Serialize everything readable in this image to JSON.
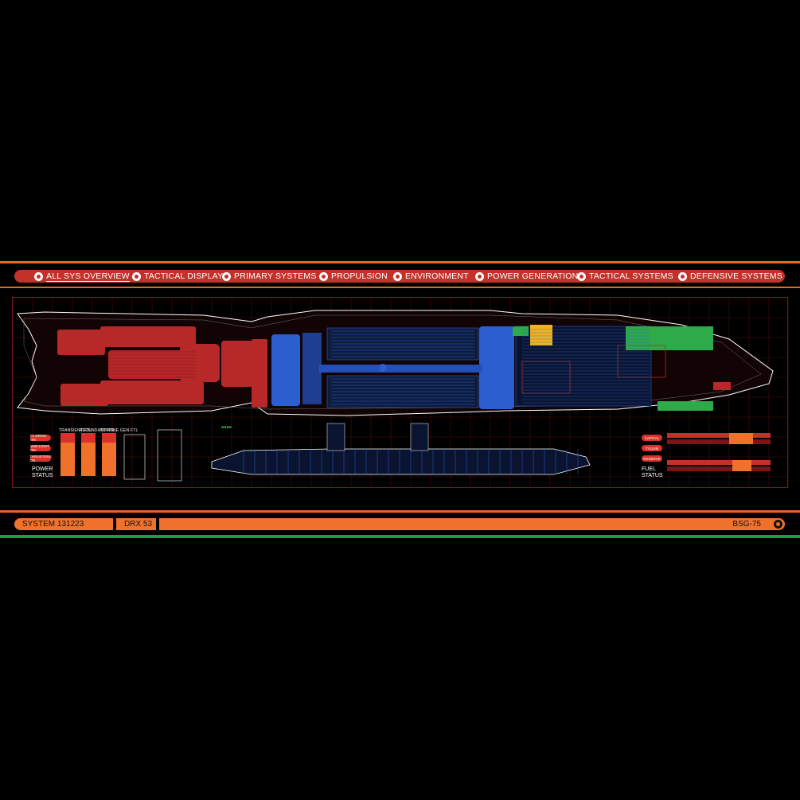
{
  "nav": {
    "items": [
      {
        "label": "ALL SYS OVERVIEW",
        "active": true
      },
      {
        "label": "TACTICAL DISPLAY"
      },
      {
        "label": "PRIMARY SYSTEMS"
      },
      {
        "label": "PROPULSION"
      },
      {
        "label": "ENVIRONMENT"
      },
      {
        "label": "POWER GENERATION"
      },
      {
        "label": "TACTICAL SYSTEMS"
      },
      {
        "label": "DEFENSIVE SYSTEMS"
      }
    ]
  },
  "power": {
    "title_line1": "POWER",
    "title_line2": "STATUS",
    "buttons": [
      "FL DRIVE ON",
      "SUB-LIGHT ON",
      "THRUSTERS ON"
    ],
    "gauges": [
      "TRANSIENT FTL",
      "REDUNDANT FTL",
      "TURBINE GEN FTL"
    ]
  },
  "fuel": {
    "title_line1": "FUEL",
    "title_line2": "STATUS",
    "buttons": [
      "CAPITAL",
      "TYLIUM",
      "RESERVE"
    ]
  },
  "footer": {
    "system": "SYSTEM 131223",
    "drx": "DRX 53",
    "ship": "BSG-75"
  },
  "colors": {
    "accent_red": "#c4302a",
    "accent_orange": "#f0712c",
    "accent_green": "#1f9a4a",
    "grid_red": "#5a1210",
    "ship_red": "#c0282a",
    "ship_blue": "#2b5fd0",
    "ship_green": "#2eaa4a",
    "ship_yellow": "#f2b21e"
  }
}
